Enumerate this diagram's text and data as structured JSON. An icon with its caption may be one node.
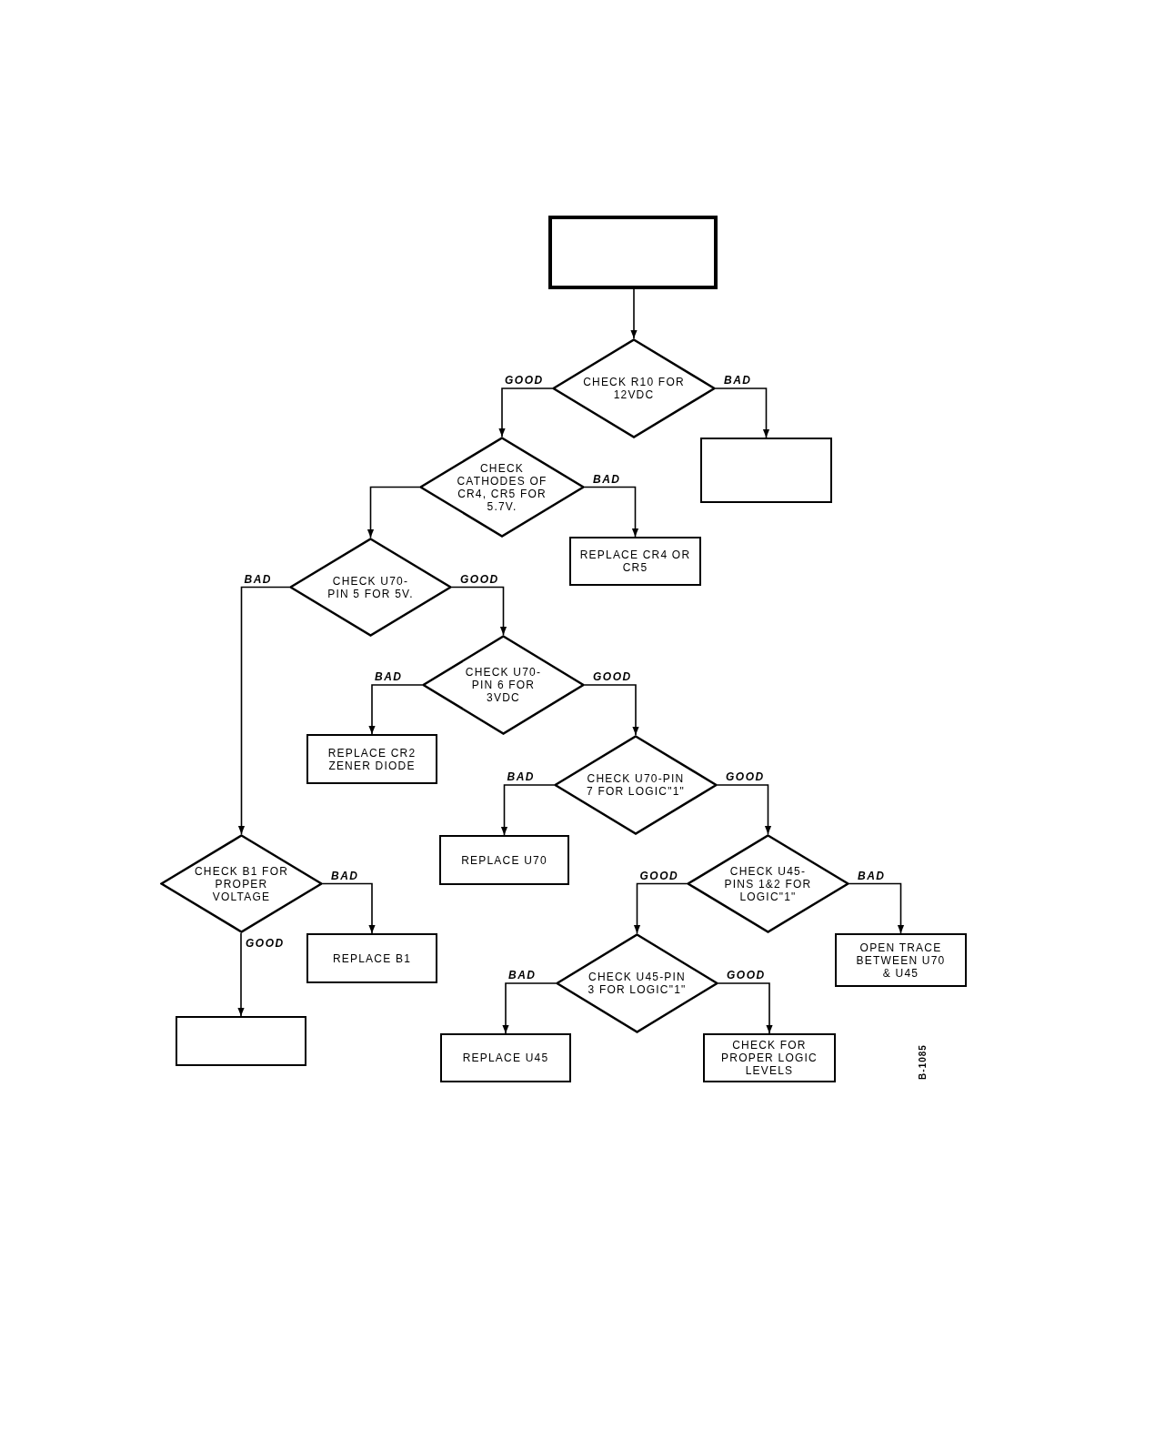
{
  "diagram": {
    "nodes": [
      {
        "text": [],
        "shape": "box"
      },
      {
        "text": [
          "CHECK R10 FOR 12VDC"
        ]
      },
      {
        "text": [],
        "shape": "box"
      },
      {
        "text": [
          "CHECK CATHODES OF CR4, CR5 FOR 5.7V."
        ]
      },
      {
        "text": [
          "REPLACE CR4 OR CR5"
        ]
      },
      {
        "text": [
          "CHECK U70-PIN 5 FOR 5V."
        ]
      },
      {
        "text": [
          "CHECK U70-PIN 6 FOR 3VDC"
        ]
      },
      {
        "text": [
          "REPLACE CR2 ZENER DIODE"
        ]
      },
      {
        "text": [
          "CHECK U70-PIN 7 FOR LOGIC\"1\""
        ]
      },
      {
        "text": [
          "REPLACE U70"
        ]
      },
      {
        "text": [
          "CHECK B1 FOR PROPER VOLTAGE"
        ]
      },
      {
        "text": [
          "CHECK U45-PINS 1&2 FOR LOGIC\"1\""
        ]
      },
      {
        "text": [
          "REPLACE B1"
        ]
      },
      {
        "text": [
          "OPEN TRACE BETWEEN U70 & U45"
        ]
      },
      {
        "text": [
          "CHECK U45-PIN 3 FOR LOGIC\"1\""
        ]
      },
      {
        "text": [],
        "shape": "box"
      },
      {
        "text": [
          "REPLACE U45"
        ]
      },
      {
        "text": [
          "CHECK FOR PROPER LOGIC LEVELS"
        ]
      }
    ],
    "edges": [
      {
        "from": 0,
        "to": 1,
        "arrow": "to"
      },
      {
        "from": 1,
        "to": 3,
        "arrow": "to",
        "label": "GOOD"
      },
      {
        "from": 1,
        "to": 2,
        "arrow": "to",
        "label": "BAD"
      },
      {
        "from": 3,
        "to": 5,
        "arrow": "to"
      },
      {
        "from": 3,
        "to": 4,
        "arrow": "to",
        "label": "BAD"
      },
      {
        "from": 5,
        "to": 10,
        "arrow": "to",
        "label": "BAD"
      },
      {
        "from": 5,
        "to": 6,
        "arrow": "to",
        "label": "GOOD"
      },
      {
        "from": 6,
        "to": 7,
        "arrow": "to",
        "label": "BAD"
      },
      {
        "from": 6,
        "to": 8,
        "arrow": "to",
        "label": "GOOD"
      },
      {
        "from": 8,
        "to": 9,
        "arrow": "to",
        "label": "BAD"
      },
      {
        "from": 8,
        "to": 11,
        "arrow": "to",
        "label": "GOOD"
      },
      {
        "from": 10,
        "to": 12,
        "arrow": "to",
        "label": "BAD"
      },
      {
        "from": 10,
        "to": 15,
        "arrow": "to",
        "label": "GOOD"
      },
      {
        "from": 11,
        "to": 14,
        "arrow": "to",
        "label": "GOOD"
      },
      {
        "from": 11,
        "to": 13,
        "arrow": "to",
        "label": "BAD"
      },
      {
        "from": 14,
        "to": 16,
        "arrow": "to",
        "label": "BAD"
      },
      {
        "from": 14,
        "to": 17,
        "arrow": "to",
        "label": "GOOD"
      }
    ],
    "labels": [
      "B-1085"
    ]
  }
}
